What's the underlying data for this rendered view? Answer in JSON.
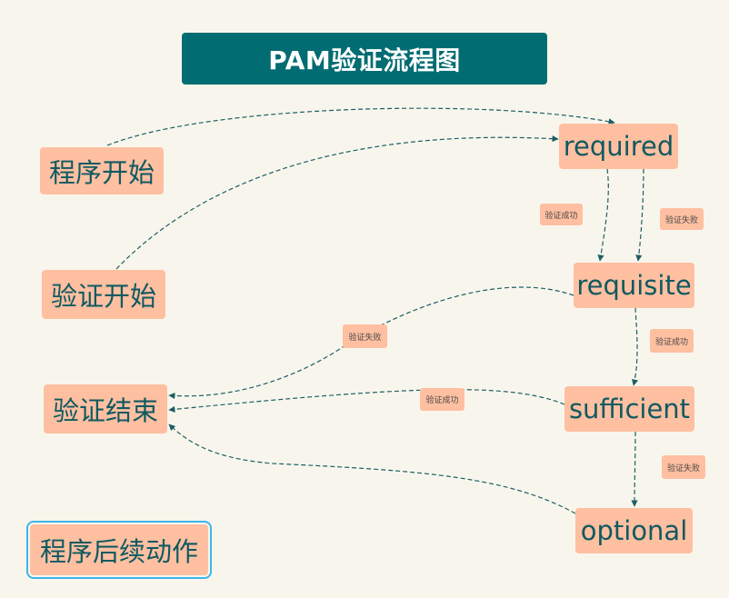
{
  "title": "PAM验证流程图",
  "colors": {
    "background": "#f8f6ec",
    "title_fill": "#016c72",
    "node_fill": "#ffbfa1",
    "node_text": "#0e5a61",
    "edge": "#1d5e65",
    "selection": "#3cb6ea"
  },
  "nodes": {
    "program_start": "程序开始",
    "auth_start": "验证开始",
    "auth_end": "验证结束",
    "program_followup": "程序后续动作",
    "required": "required",
    "requisite": "requisite",
    "sufficient": "sufficient",
    "optional": "optional"
  },
  "edge_labels": {
    "required_success": "验证成功",
    "required_fail": "验证失败",
    "requisite_fail": "验证失败",
    "requisite_success": "验证成功",
    "sufficient_success": "验证成功",
    "sufficient_fail": "验证失败"
  }
}
